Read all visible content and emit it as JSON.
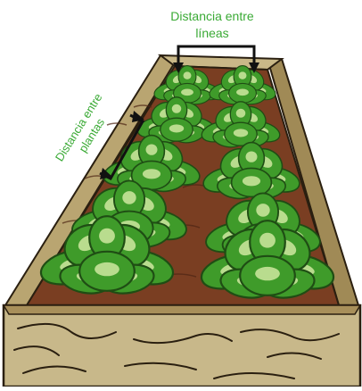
{
  "labels": {
    "row_spacing": {
      "line1": "Distancia entre",
      "line2": "líneas"
    },
    "plant_spacing": {
      "line1": "Distancia entre",
      "line2": "plantas"
    }
  },
  "colors": {
    "label_green": "#3aaa35",
    "wood_light": "#c8b88a",
    "wood_mid": "#a88f5a",
    "wood_dark": "#6b5530",
    "soil": "#7a3e22",
    "soil_dark": "#4e2514",
    "leaf_green": "#3f9b2a",
    "leaf_light": "#cfe8a0",
    "arrow": "#111111"
  },
  "icons": {
    "raised_bed": "raised-bed-icon",
    "lettuce": "lettuce-plant-icon",
    "bracket": "bracket-arrow-icon"
  }
}
